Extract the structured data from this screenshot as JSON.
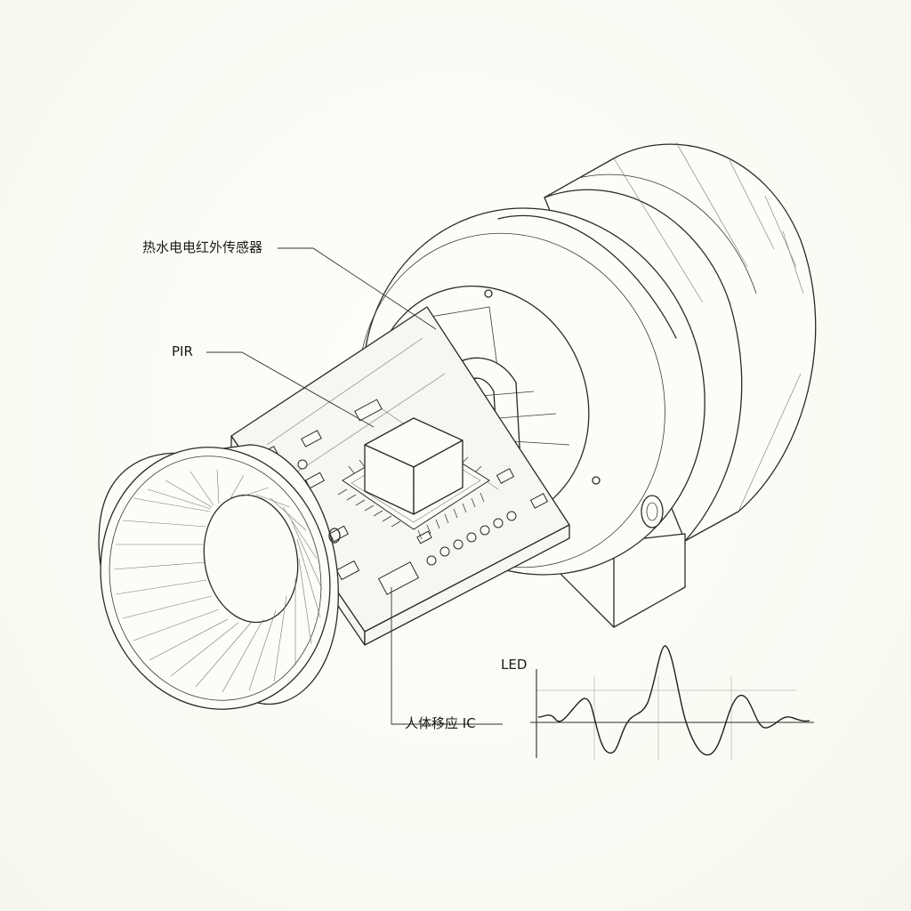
{
  "labels": {
    "sensor": "热水电电红外传感器",
    "pir": "PIR",
    "ic": "人体移应 IC",
    "led": "LED"
  },
  "colors": {
    "line": "#2a2a2a",
    "background": "#fdfdf8"
  }
}
